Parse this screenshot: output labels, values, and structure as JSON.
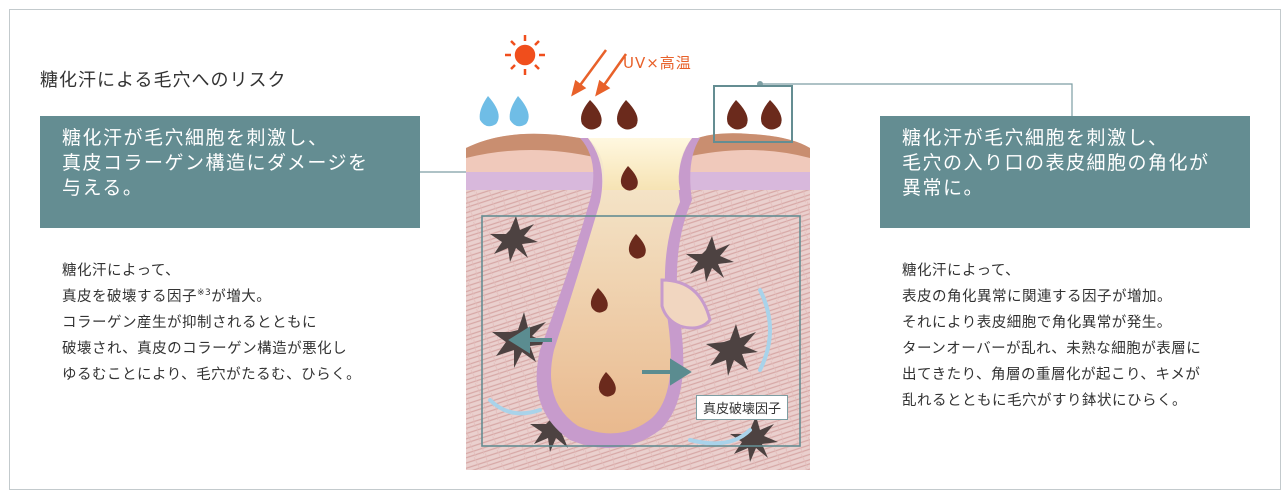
{
  "page": {
    "title": "糖化汗による毛穴へのリスク"
  },
  "left": {
    "callout_lines": [
      "糖化汗が毛穴細胞を刺激し、",
      "真皮コラーゲン構造にダメージを",
      "与える。"
    ],
    "body_line1": "糖化汗によって、",
    "body_line2_pre": "真皮を破壊する因子",
    "body_line2_sup": "※3",
    "body_line2_post": "が増大。",
    "body_line3": "コラーゲン産生が抑制されるとともに",
    "body_line4": "破壊され、真皮のコラーゲン構造が悪化し",
    "body_line5": "ゆるむことにより、毛穴がたるむ、ひらく。"
  },
  "right": {
    "callout_lines": [
      "糖化汗が毛穴細胞を刺激し、",
      "毛穴の入り口の表皮細胞の角化が",
      "異常に。"
    ],
    "body_lines": [
      "糖化汗によって、",
      "表皮の角化異常に関連する因子が増加。",
      "それにより表皮細胞で角化異常が発生。",
      "ターンオーバーが乱れ、未熟な細胞が表層に",
      "出てきたり、角層の重層化が起こり、キメが",
      "乱れるとともに毛穴がすり鉢状にひらく。"
    ]
  },
  "diagram": {
    "uv_label": "UV×高温",
    "factor_label": "真皮破壊因子",
    "icons": [
      "sun-icon",
      "water-drop-icon",
      "sweat-drop-icon",
      "uv-arrow-icon"
    ]
  },
  "colors": {
    "callout_bg": "#648d92",
    "uv_orange": "#e8612a",
    "sun": "#f04e1c",
    "water_drop": "#6fbde6",
    "sweat_drop": "#6b2a1c",
    "connector": "#7d9ea3"
  }
}
